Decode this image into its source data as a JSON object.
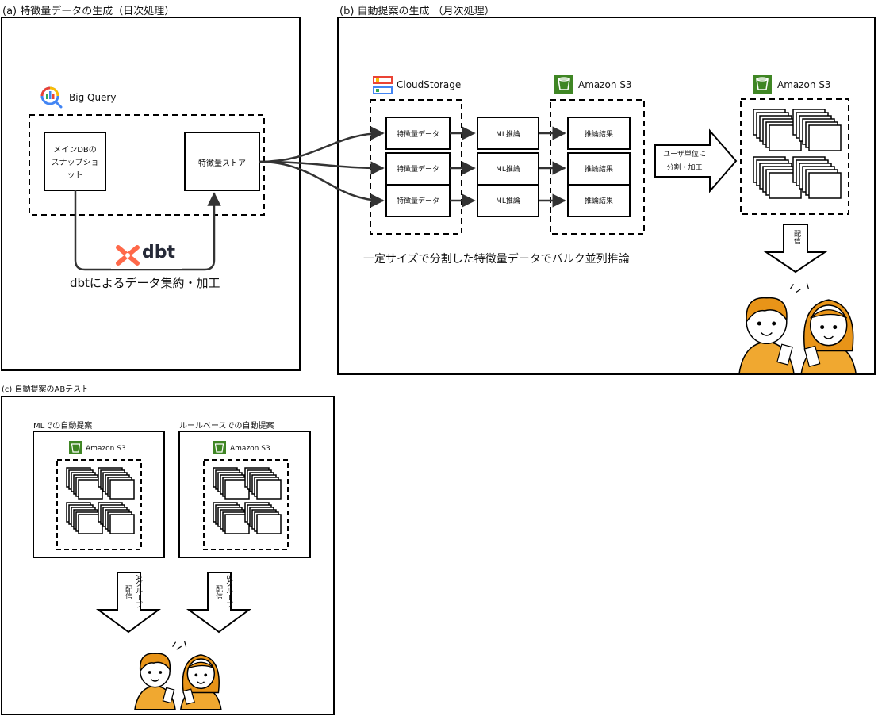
{
  "sections": {
    "a": {
      "title": "(a) 特徴量データの生成（日次処理）"
    },
    "b": {
      "title": "(b) 自動提案の生成 （月次処理）"
    },
    "c": {
      "title": "(c) 自動提案のABテスト"
    }
  },
  "section_a": {
    "service_label": "Big Query",
    "snapshot_line1": "メインDBの",
    "snapshot_line2": "スナップショ",
    "snapshot_line3": "ット",
    "feature_store_label": "特徴量ストア",
    "dbt_logo_text": "dbt",
    "dbt_caption": "dbtによるデータ集約・加工"
  },
  "section_b": {
    "storage_label": "CloudStorage",
    "s3_label_1": "Amazon S3",
    "s3_label_2": "Amazon S3",
    "feature_rows": [
      "特徴量データ",
      "特徴量データ",
      "特徴量データ"
    ],
    "ml_rows": [
      "ML推論",
      "ML推論",
      "ML推論"
    ],
    "result_rows": [
      "推論結果",
      "推論結果",
      "推論結果"
    ],
    "transform_line1": "ユーザ単位に",
    "transform_line2": "分割・加工",
    "distribute_label": "配信",
    "caption": "一定サイズで分割した特徴量データでバルク並列推論"
  },
  "section_c": {
    "ml_box_title": "MLでの自動提案",
    "rule_box_title": "ルールベースでの自動提案",
    "s3_label_ml": "Amazon S3",
    "s3_label_rule": "Amazon S3",
    "group_a_label": "Aグループ",
    "group_b_label": "Bグループ",
    "distribute_label": "配信"
  },
  "colors": {
    "line": "#000000",
    "arrow": "#333333",
    "s3_green": "#3f8624",
    "person_orange": "#f0a830",
    "person_hair": "#e89418",
    "bq_blue": "#4285f4",
    "bq_red": "#ea4335",
    "bq_yellow": "#fbbc04",
    "bq_green": "#34a853",
    "dbt_orange": "#ff694a"
  },
  "icons": [
    "bigquery-icon",
    "dbt-logo-icon",
    "cloudstorage-icon",
    "amazon-s3-icon",
    "people-illustration-icon",
    "block-arrow-icon"
  ]
}
